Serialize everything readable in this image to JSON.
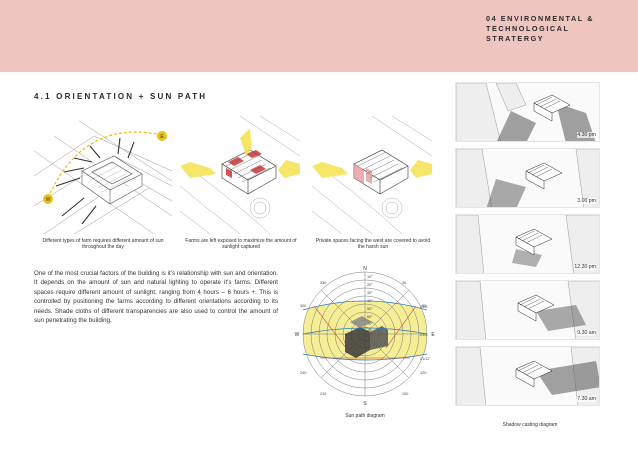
{
  "header": {
    "title_lines": [
      "04 ENVIRONMENTAL &",
      "TECHNOLOGICAL",
      "STRATERGY"
    ]
  },
  "section": {
    "title": "4.1 ORIENTATION + SUN PATH"
  },
  "panels": [
    {
      "caption": "Different types of farm requires different amount of sun throughout the day",
      "labels": {
        "east": "E",
        "west": "W"
      }
    },
    {
      "caption": "Farms are left exposed to maximize the amount of sunlight captured"
    },
    {
      "caption": "Private spaces facing the west are covered to avoid the harsh sun"
    }
  ],
  "paragraph": "One of the most crucial factors of the building is it's relationship with sun and orientation. It depends on the amount of sun and natural lighting to operate it's farms. Different spaces require different amount of sunlight, ranging from 4 hours – 6 hours +. This is controlled by positioning the farms according to different orientations according to its needs. Shade cloths of different transparencies are also used to control the amount of sun penetrating the building.",
  "sun_path": {
    "caption": "Sun path diagram",
    "compass": {
      "n": "N",
      "s": "S",
      "e": "E",
      "w": "W"
    },
    "ring_labels": [
      "10°",
      "20°",
      "30°",
      "40°",
      "50°",
      "60°",
      "70°",
      "80°"
    ],
    "bearing_labels": [
      "330",
      "30",
      "300",
      "60",
      "240",
      "120",
      "210",
      "150"
    ],
    "date_labels": [
      "21/12",
      "21/3",
      "21/6"
    ]
  },
  "shadow": {
    "caption": "Shadow casting diagram",
    "times": [
      "4.30 pm",
      "3.00 pm",
      "12.30 pm",
      "9.30 am",
      "7.30 am"
    ]
  }
}
